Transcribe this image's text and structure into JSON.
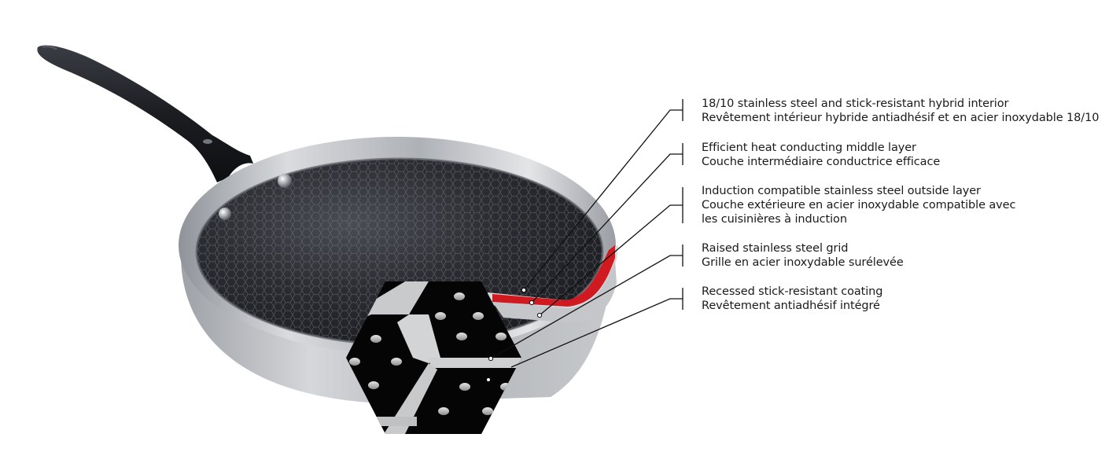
{
  "diagram": {
    "subject": "frying pan with hybrid honeycomb interior",
    "colors": {
      "background": "#ffffff",
      "text": "#1a1a1a",
      "leader_line": "#111111",
      "handle": "#1c1e22",
      "steel": "#b9bcc1",
      "interior": "#2a2c31",
      "heat_layer": "#d11a1f",
      "coating": "#000000",
      "grid": "#c9cacc"
    },
    "callouts": [
      {
        "id": "interior",
        "en": "18/10 stainless steel and stick-resistant hybrid interior",
        "fr": "Revêtement intérieur hybride antiadhésif et en acier inoxydable 18/10"
      },
      {
        "id": "middle-layer",
        "en": "Efficient heat conducting middle layer",
        "fr": "Couche intermédiaire conductrice efficace"
      },
      {
        "id": "outside-layer",
        "en": "Induction compatible stainless steel outside layer",
        "fr": "Couche extérieure en acier inoxydable compatible avec",
        "fr2": "les cuisinières à induction"
      },
      {
        "id": "grid",
        "en": "Raised stainless steel grid",
        "fr": "Grille en acier inoxydable surélevée"
      },
      {
        "id": "coating",
        "en": "Recessed stick-resistant coating",
        "fr": "Revêtement antiadhésif intégré"
      }
    ]
  }
}
